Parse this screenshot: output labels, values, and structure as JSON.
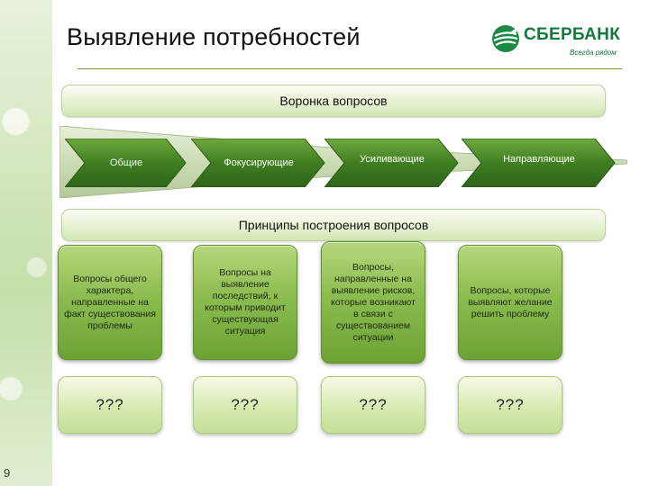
{
  "slide": {
    "title": "Выявление потребностей",
    "page_number": "9"
  },
  "logo": {
    "name": "СБЕРБАНК",
    "tagline": "Всегда рядом"
  },
  "funnel": {
    "header": "Воронка вопросов",
    "stages": [
      "Общие",
      "Фокусирующие",
      "Усиливающие",
      "Направляющие"
    ]
  },
  "principles": {
    "header": "Принципы построения вопросов",
    "items": [
      "Вопросы общего характера, направленные на факт существования проблемы",
      "Вопросы на выявление последствий, к которым приводит существующая ситуация",
      "Вопросы, направленные на выявление рисков, которые возникают в связи с существованием ситуации",
      "Вопросы, которые выявляют желание решить проблему"
    ],
    "placeholders": [
      "???",
      "???",
      "???",
      "???"
    ]
  },
  "colors": {
    "brand_green": "#147a3c",
    "box_green": "#8cbc50",
    "arrow_green": "#3f7f22"
  }
}
